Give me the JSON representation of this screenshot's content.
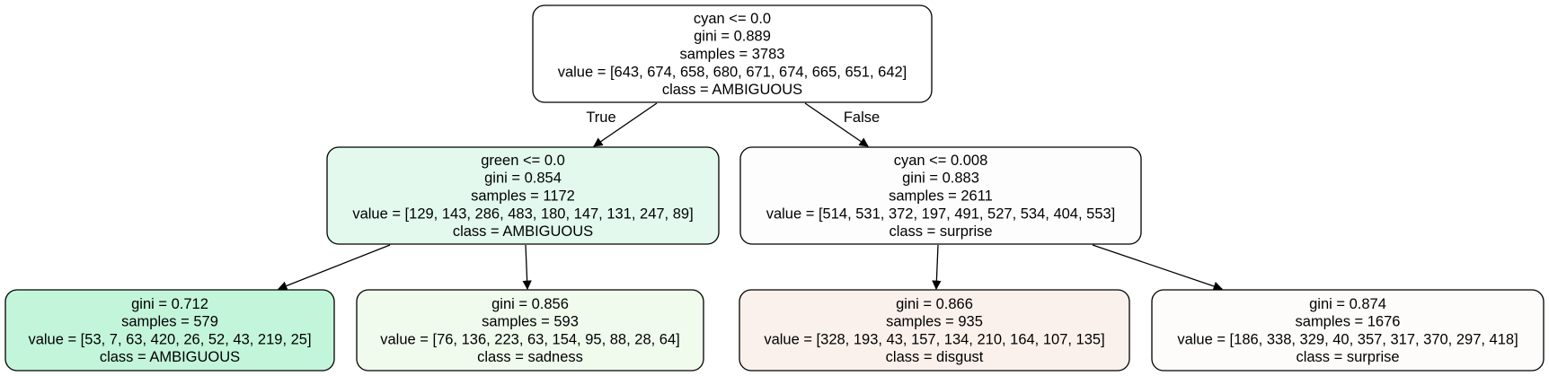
{
  "tree": {
    "nodes": [
      {
        "id": "n0",
        "fill": "#ffffff",
        "lines": [
          "cyan <= 0.0",
          "gini = 0.889",
          "samples = 3783",
          "value = [643, 674, 658, 680, 671, 674, 665, 651, 642]",
          "class = AMBIGUOUS"
        ]
      },
      {
        "id": "n1",
        "fill": "#e3f9ee",
        "lines": [
          "green <= 0.0",
          "gini = 0.854",
          "samples = 1172",
          "value = [129, 143, 286, 483, 180, 147, 131, 247, 89]",
          "class = AMBIGUOUS"
        ]
      },
      {
        "id": "n2",
        "fill": "#fdfdfd",
        "lines": [
          "cyan <= 0.008",
          "gini = 0.883",
          "samples = 2611",
          "value = [514, 531, 372, 197, 491, 527, 534, 404, 553]",
          "class = surprise"
        ]
      },
      {
        "id": "n3",
        "fill": "#c3f5da",
        "lines": [
          "gini = 0.712",
          "samples = 579",
          "value = [53, 7, 63, 420, 26, 52, 43, 219, 25]",
          "class = AMBIGUOUS"
        ]
      },
      {
        "id": "n4",
        "fill": "#f0fbed",
        "lines": [
          "gini = 0.856",
          "samples = 593",
          "value = [76, 136, 223, 63, 154, 95, 88, 28, 64]",
          "class = sadness"
        ]
      },
      {
        "id": "n5",
        "fill": "#fbf1ec",
        "lines": [
          "gini = 0.866",
          "samples = 935",
          "value = [328, 193, 43, 157, 134, 210, 164, 107, 135]",
          "class = disgust"
        ]
      },
      {
        "id": "n6",
        "fill": "#fdfcfb",
        "lines": [
          "gini = 0.874",
          "samples = 1676",
          "value = [186, 338, 329, 40, 357, 317, 370, 297, 418]",
          "class = surprise"
        ]
      }
    ],
    "edges": [
      {
        "from": "n0",
        "to": "n1",
        "label": "True"
      },
      {
        "from": "n0",
        "to": "n2",
        "label": "False"
      },
      {
        "from": "n1",
        "to": "n3",
        "label": ""
      },
      {
        "from": "n1",
        "to": "n4",
        "label": ""
      },
      {
        "from": "n2",
        "to": "n5",
        "label": ""
      },
      {
        "from": "n2",
        "to": "n6",
        "label": ""
      }
    ]
  }
}
